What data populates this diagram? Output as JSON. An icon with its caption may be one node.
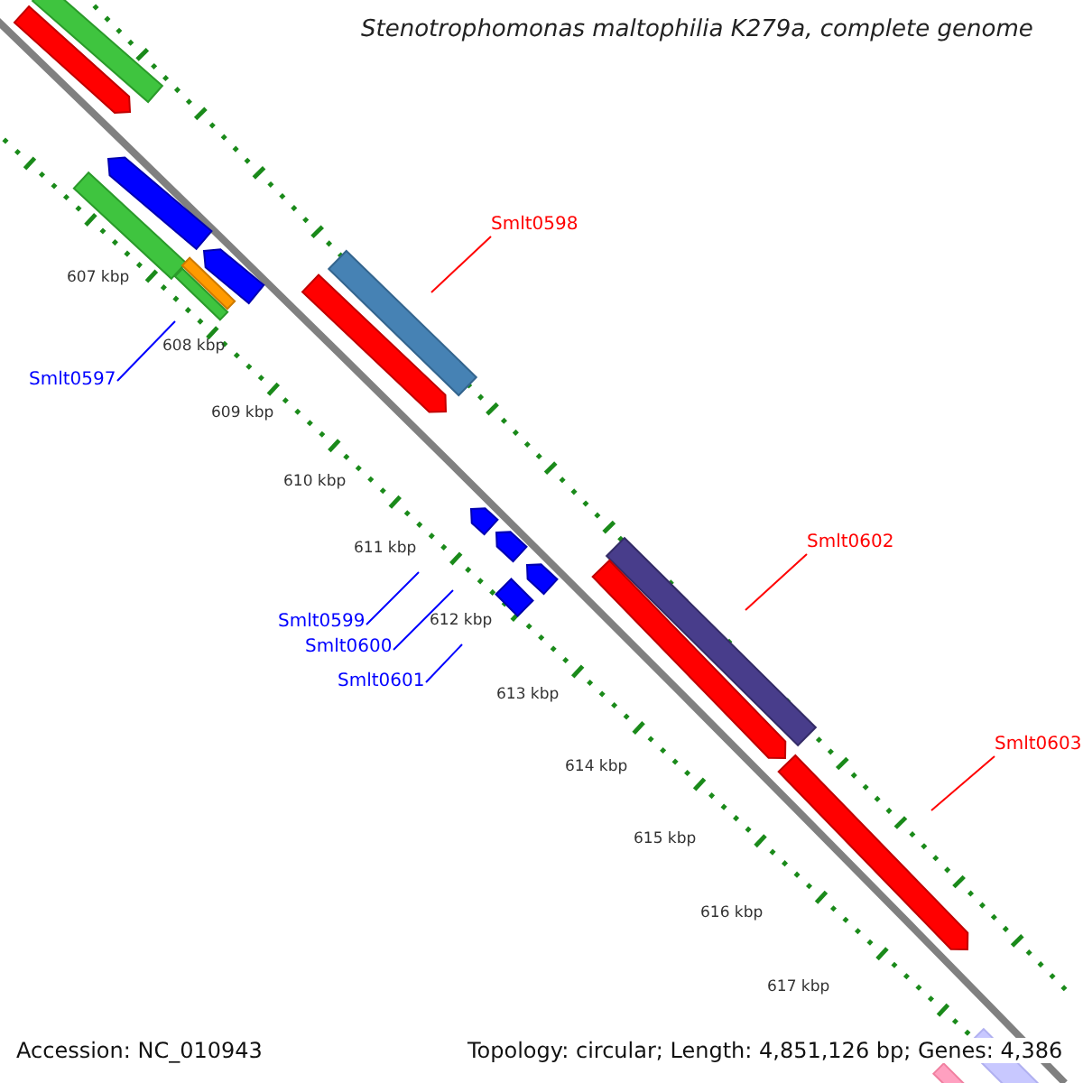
{
  "diagram": {
    "title": "Stenotrophomonas maltophilia K279a, complete genome",
    "nodes": [
      {
        "text": [
          "Smlt0598"
        ]
      },
      {
        "text": [
          "Smlt0597"
        ]
      },
      {
        "text": [
          "Smlt0602"
        ]
      },
      {
        "text": [
          "Smlt0599"
        ]
      },
      {
        "text": [
          "Smlt0600"
        ]
      },
      {
        "text": [
          "Smlt0601"
        ]
      },
      {
        "text": [
          "Smlt0603"
        ]
      }
    ],
    "edges": [
      {
        "from": 0,
        "to": null,
        "arrow": "none",
        "color": "#ff0000"
      },
      {
        "from": 1,
        "to": null,
        "arrow": "none"
      },
      {
        "from": 2,
        "to": null,
        "arrow": "none",
        "color": "#ff0000"
      },
      {
        "from": 3,
        "to": null,
        "arrow": "none"
      },
      {
        "from": 4,
        "to": null,
        "arrow": "none"
      },
      {
        "from": 5,
        "to": null,
        "arrow": "none"
      },
      {
        "from": 6,
        "to": null,
        "arrow": "none",
        "color": "#ff0000"
      }
    ],
    "labels": [
      "607 kbp",
      "608 kbp",
      "609 kbp",
      "610 kbp",
      "611 kbp",
      "612 kbp",
      "613 kbp",
      "614 kbp",
      "615 kbp",
      "616 kbp",
      "617 kbp",
      "Accession: NC_010943",
      "Topology: circular; Length: 4,851,126 bp; Genes: 4,386"
    ]
  }
}
